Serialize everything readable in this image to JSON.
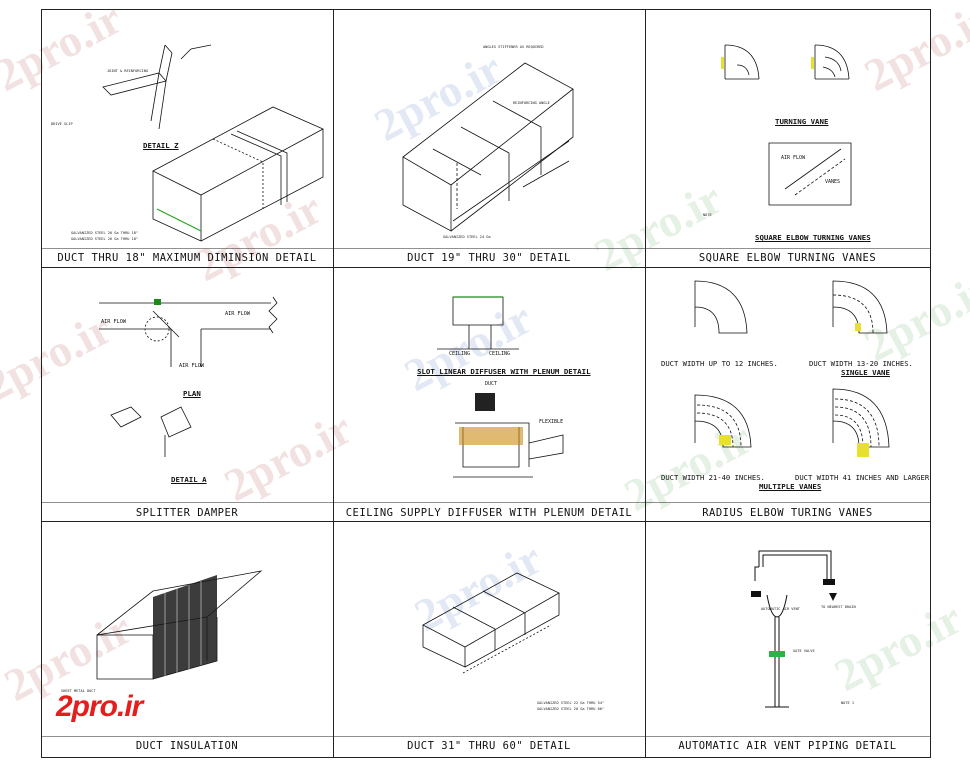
{
  "watermark": "2pro.ir",
  "logo": "2pro.ir",
  "panels": [
    {
      "id": "p1",
      "title": "DUCT THRU 18\" MAXIMUM DIMINSION DETAIL",
      "sub": "DETAIL Z",
      "labels": [
        "JOINT & REINFORCING",
        "DRIVE SLIP",
        "GALVANIZED STEEL 26 Ga THRU 18\"",
        "GALVANIZED STEEL 26 Ga THRU 18\""
      ]
    },
    {
      "id": "p2",
      "title": "DUCT 19\" THRU 30\" DETAIL",
      "sub": "",
      "labels": [
        "ANGLES STIFFENER AS REQUIRED",
        "REINFORCING ANGLE",
        "GALVANIZED STEEL 24 Ga"
      ]
    },
    {
      "id": "p3",
      "title": "SQUARE ELBOW TURNING VANES",
      "sub": "TURNING VANE",
      "sub2": "SQUARE ELBOW TURNING VANES",
      "labels": [
        "AIR FLOW",
        "VANES",
        "NOTE"
      ]
    },
    {
      "id": "p4",
      "title": "SPLITTER DAMPER",
      "sub": "PLAN",
      "sub2": "DETAIL A",
      "labels": [
        "AIR FLOW",
        "AIR FLOW",
        "AIR FLOW"
      ]
    },
    {
      "id": "p5",
      "title": "CEILING SUPPLY DIFFUSER WITH PLENUM DETAIL",
      "sub": "SLOT LINEAR DIFFUSER WITH PLENUM DETAIL",
      "labels": [
        "CEILING",
        "CEILING",
        "FLEXIBLE",
        "DUCT"
      ]
    },
    {
      "id": "p6",
      "title": "RADIUS ELBOW TURING VANES",
      "sub": "SINGLE VANE",
      "sub2": "MULTIPLE VANES",
      "labels": [
        "DUCT WIDTH UP TO 12 INCHES.",
        "DUCT WIDTH 13-20 INCHES.",
        "DUCT WIDTH 21-40 INCHES.",
        "DUCT WIDTH 41 INCHES AND LARGER"
      ]
    },
    {
      "id": "p7",
      "title": "DUCT INSULATION",
      "sub": "",
      "labels": [
        "SHEET METAL DUCT"
      ]
    },
    {
      "id": "p8",
      "title": "DUCT 31\" THRU 60\" DETAIL",
      "sub": "",
      "labels": [
        "GALVANIZED STEEL 22 Ga THRU 54\"",
        "GALVANIZED STEEL 20 Ga THRU 60\""
      ]
    },
    {
      "id": "p9",
      "title": "AUTOMATIC AIR VENT PIPING DETAIL",
      "sub": "",
      "labels": [
        "TO NEAREST DRAIN",
        "AUTOMATIC AIR VENT",
        "GATE VALVE",
        "NOTE 1"
      ]
    }
  ]
}
